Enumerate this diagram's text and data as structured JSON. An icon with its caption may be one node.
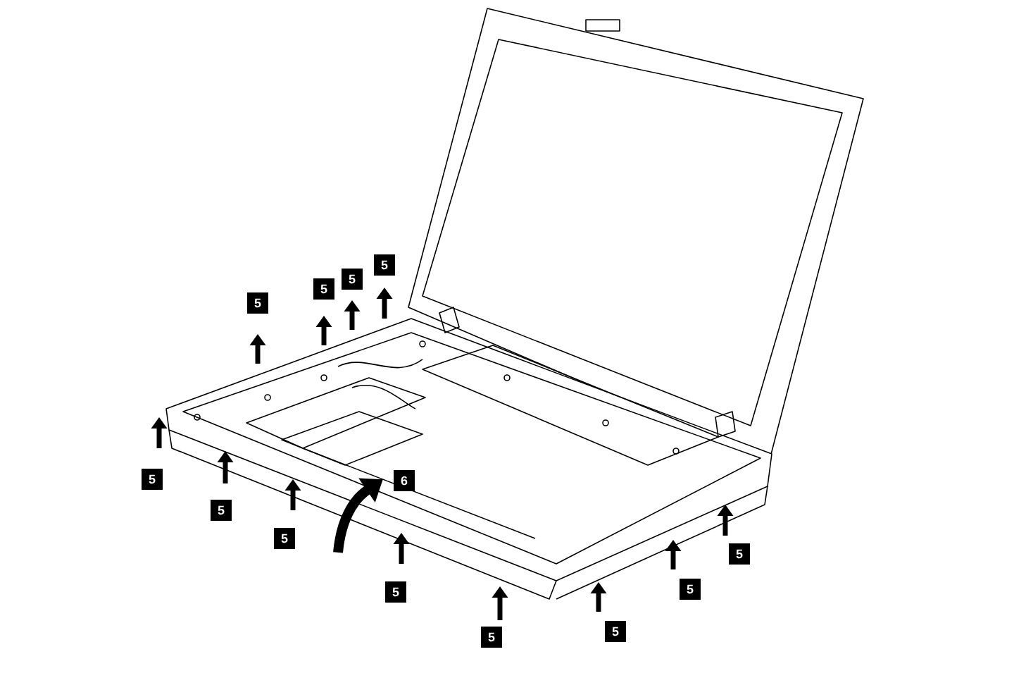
{
  "diagram": {
    "labels": [
      "5",
      "5",
      "5",
      "5",
      "5",
      "6",
      "5",
      "5",
      "5",
      "5",
      "5",
      "5",
      "5"
    ]
  }
}
